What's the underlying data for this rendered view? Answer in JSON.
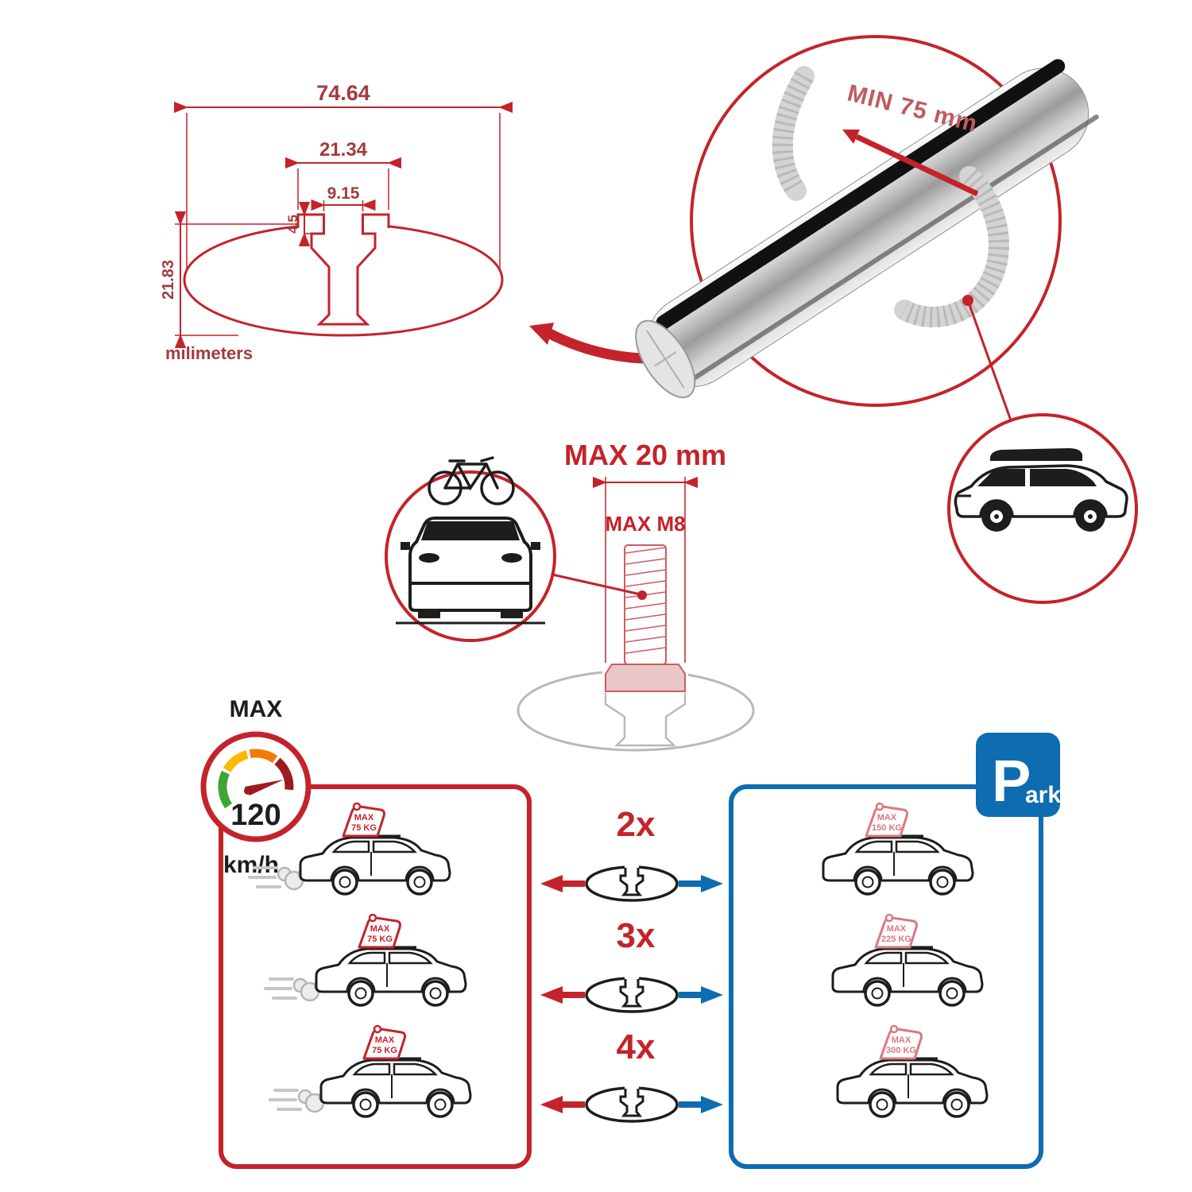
{
  "colors": {
    "red": "#c4232b",
    "dimred": "#a23a3f",
    "pink": "#dd7880",
    "blue": "#0e6cb0",
    "gray": "#b5b5b5",
    "dark": "#1d1d1b",
    "gauge_green": "#3fa535",
    "gauge_yellow": "#fbba00",
    "gauge_orange": "#f07d00",
    "gauge_red": "#9c1b20"
  },
  "profile_drawing": {
    "total_width": "74.64",
    "block_width": "21.34",
    "slot_width": "9.15",
    "slot_depth": "4.5",
    "total_height": "21.83",
    "units": "milimeters"
  },
  "bar_detail": {
    "min_span": "MIN 75 mm"
  },
  "bolt_detail": {
    "title": "MAX 20 mm",
    "thread": "MAX M8"
  },
  "speed": {
    "label": "MAX",
    "value": "120",
    "unit": "km/h"
  },
  "park": {
    "letter": "P",
    "rest": "ark"
  },
  "load_comparison": {
    "rows": [
      {
        "multiplier": "2x",
        "left_sign": {
          "line1": "MAX",
          "line2": "75 KG"
        },
        "right_sign": {
          "line1": "MAX",
          "line2": "150 KG"
        }
      },
      {
        "multiplier": "3x",
        "left_sign": {
          "line1": "MAX",
          "line2": "75 KG"
        },
        "right_sign": {
          "line1": "MAX",
          "line2": "225 KG"
        }
      },
      {
        "multiplier": "4x",
        "left_sign": {
          "line1": "MAX",
          "line2": "75 KG"
        },
        "right_sign": {
          "line1": "MAX",
          "line2": "300 KG"
        }
      }
    ]
  }
}
